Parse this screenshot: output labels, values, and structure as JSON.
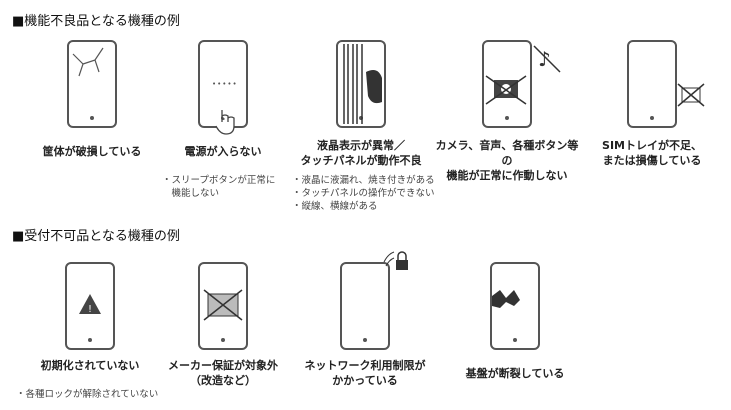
{
  "sections": [
    {
      "title": "■機能不良品となる機種の例",
      "items": [
        {
          "label": [
            "筐体が破損している"
          ]
        },
        {
          "label": [
            "電源が入らない"
          ],
          "notes": [
            "・スリープボタンが正常に",
            "　機能しない"
          ]
        },
        {
          "label": [
            "液晶表示が異常／",
            "タッチパネルが動作不良"
          ],
          "notes": [
            "・液晶に液漏れ、焼き付きがある",
            "・タッチパネルの操作ができない",
            "・縦線、横線がある"
          ]
        },
        {
          "label": [
            "カメラ、音声、各種ボタン等の",
            "機能が正常に作動しない"
          ]
        },
        {
          "label": [
            "SIMトレイが不足、",
            "または損傷している"
          ]
        }
      ]
    },
    {
      "title": "■受付不可品となる機種の例",
      "items": [
        {
          "label": [
            "初期化されていない"
          ],
          "notes": [
            "・各種ロックが解除されていない"
          ]
        },
        {
          "label": [
            "メーカー保証が対象外",
            "（改造など）"
          ]
        },
        {
          "label": [
            "ネットワーク利用制限が",
            "かかっている"
          ]
        },
        {
          "label": [
            "基盤が断裂している"
          ]
        }
      ]
    }
  ]
}
